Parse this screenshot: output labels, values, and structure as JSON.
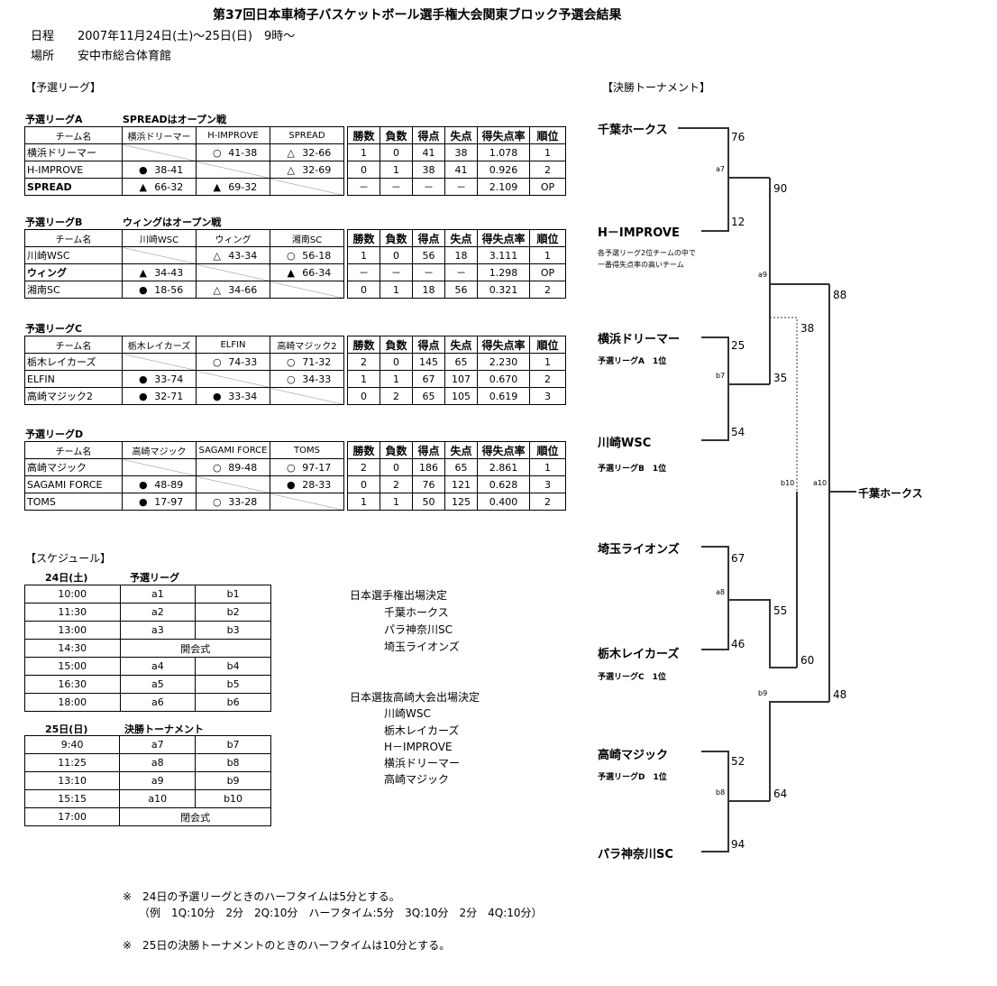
{
  "header": {
    "title": "第37回日本車椅子バスケットボール選手権大会関東ブロック予選会結果",
    "date_label": "日程",
    "date_value": "2007年11月24日(土)～25日(日)　9時～",
    "venue_label": "場所",
    "venue_value": "安中市総合体育館"
  },
  "sections": {
    "league": "【予選リーグ】",
    "tournament": "【決勝トーナメント】",
    "schedule": "【スケジュール】"
  },
  "leagues": [
    {
      "title": "予選リーグA",
      "note": "SPREADはオープン戦",
      "cols": [
        "チーム名",
        "横浜ドリーマー",
        "H-IMPROVE",
        "SPREAD",
        "勝数",
        "負数",
        "得点",
        "失点",
        "得失点率",
        "順位"
      ],
      "rows": [
        {
          "name": "横浜ドリーマー",
          "bold": false,
          "res": [
            {
              "m": "",
              "s": ""
            },
            {
              "m": "○",
              "s": "41-38"
            },
            {
              "m": "△",
              "s": "32-66"
            }
          ],
          "stats": [
            "1",
            "0",
            "41",
            "38",
            "1.078",
            "1"
          ]
        },
        {
          "name": "H-IMPROVE",
          "bold": false,
          "res": [
            {
              "m": "●",
              "s": "38-41"
            },
            {
              "m": "",
              "s": ""
            },
            {
              "m": "△",
              "s": "32-69"
            }
          ],
          "stats": [
            "0",
            "1",
            "38",
            "41",
            "0.926",
            "2"
          ]
        },
        {
          "name": "SPREAD",
          "bold": true,
          "res": [
            {
              "m": "▲",
              "s": "66-32"
            },
            {
              "m": "▲",
              "s": "69-32"
            },
            {
              "m": "",
              "s": ""
            }
          ],
          "stats": [
            "－",
            "－",
            "－",
            "－",
            "2.109",
            "OP"
          ]
        }
      ]
    },
    {
      "title": "予選リーグB",
      "note": "ウィングはオープン戦",
      "cols": [
        "チーム名",
        "川崎WSC",
        "ウィング",
        "湘南SC",
        "勝数",
        "負数",
        "得点",
        "失点",
        "得失点率",
        "順位"
      ],
      "rows": [
        {
          "name": "川崎WSC",
          "bold": false,
          "res": [
            {
              "m": "",
              "s": ""
            },
            {
              "m": "△",
              "s": "43-34"
            },
            {
              "m": "○",
              "s": "56-18"
            }
          ],
          "stats": [
            "1",
            "0",
            "56",
            "18",
            "3.111",
            "1"
          ]
        },
        {
          "name": "ウィング",
          "bold": true,
          "res": [
            {
              "m": "▲",
              "s": "34-43"
            },
            {
              "m": "",
              "s": ""
            },
            {
              "m": "▲",
              "s": "66-34"
            }
          ],
          "stats": [
            "－",
            "－",
            "－",
            "－",
            "1.298",
            "OP"
          ]
        },
        {
          "name": "湘南SC",
          "bold": false,
          "res": [
            {
              "m": "●",
              "s": "18-56"
            },
            {
              "m": "△",
              "s": "34-66"
            },
            {
              "m": "",
              "s": ""
            }
          ],
          "stats": [
            "0",
            "1",
            "18",
            "56",
            "0.321",
            "2"
          ]
        }
      ]
    },
    {
      "title": "予選リーグC",
      "note": "",
      "cols": [
        "チーム名",
        "栃木レイカーズ",
        "ELFIN",
        "高崎マジック2",
        "勝数",
        "負数",
        "得点",
        "失点",
        "得失点率",
        "順位"
      ],
      "rows": [
        {
          "name": "栃木レイカーズ",
          "bold": false,
          "res": [
            {
              "m": "",
              "s": ""
            },
            {
              "m": "○",
              "s": "74-33"
            },
            {
              "m": "○",
              "s": "71-32"
            }
          ],
          "stats": [
            "2",
            "0",
            "145",
            "65",
            "2.230",
            "1"
          ]
        },
        {
          "name": "ELFIN",
          "bold": false,
          "res": [
            {
              "m": "●",
              "s": "33-74"
            },
            {
              "m": "",
              "s": ""
            },
            {
              "m": "○",
              "s": "34-33"
            }
          ],
          "stats": [
            "1",
            "1",
            "67",
            "107",
            "0.670",
            "2"
          ]
        },
        {
          "name": "高崎マジック2",
          "bold": false,
          "res": [
            {
              "m": "●",
              "s": "32-71"
            },
            {
              "m": "●",
              "s": "33-34"
            },
            {
              "m": "",
              "s": ""
            }
          ],
          "stats": [
            "0",
            "2",
            "65",
            "105",
            "0.619",
            "3"
          ]
        }
      ]
    },
    {
      "title": "予選リーグD",
      "note": "",
      "cols": [
        "チーム名",
        "高崎マジック",
        "SAGAMI FORCE",
        "TOMS",
        "勝数",
        "負数",
        "得点",
        "失点",
        "得失点率",
        "順位"
      ],
      "rows": [
        {
          "name": "高崎マジック",
          "bold": false,
          "res": [
            {
              "m": "",
              "s": ""
            },
            {
              "m": "○",
              "s": "89-48"
            },
            {
              "m": "○",
              "s": "97-17"
            }
          ],
          "stats": [
            "2",
            "0",
            "186",
            "65",
            "2.861",
            "1"
          ]
        },
        {
          "name": "SAGAMI FORCE",
          "bold": false,
          "res": [
            {
              "m": "●",
              "s": "48-89"
            },
            {
              "m": "",
              "s": ""
            },
            {
              "m": "●",
              "s": "28-33"
            }
          ],
          "stats": [
            "0",
            "2",
            "76",
            "121",
            "0.628",
            "3"
          ]
        },
        {
          "name": "TOMS",
          "bold": false,
          "res": [
            {
              "m": "●",
              "s": "17-97"
            },
            {
              "m": "○",
              "s": "33-28"
            },
            {
              "m": "",
              "s": ""
            }
          ],
          "stats": [
            "1",
            "1",
            "50",
            "125",
            "0.400",
            "2"
          ]
        }
      ]
    }
  ],
  "schedule": {
    "day1": {
      "date": "24日(土)",
      "stage": "予選リーグ",
      "rows": [
        [
          "10:00",
          "a1",
          "b1"
        ],
        [
          "11:30",
          "a2",
          "b2"
        ],
        [
          "13:00",
          "a3",
          "b3"
        ],
        [
          "14:30",
          "開会式",
          ""
        ],
        [
          "15:00",
          "a4",
          "b4"
        ],
        [
          "16:30",
          "a5",
          "b5"
        ],
        [
          "18:00",
          "a6",
          "b6"
        ]
      ]
    },
    "day2": {
      "date": "25日(日)",
      "stage": "決勝トーナメント",
      "rows": [
        [
          "9:40",
          "a7",
          "b7"
        ],
        [
          "11:25",
          "a8",
          "b8"
        ],
        [
          "13:10",
          "a9",
          "b9"
        ],
        [
          "15:15",
          "a10",
          "b10"
        ],
        [
          "17:00",
          "閉会式",
          ""
        ]
      ]
    }
  },
  "qualified": {
    "national_title": "日本選手権出場決定",
    "national": [
      "千葉ホークス",
      "パラ神奈川SC",
      "埼玉ライオンズ"
    ],
    "takasaki_title": "日本選抜高崎大会出場決定",
    "takasaki": [
      "川崎WSC",
      "栃木レイカーズ",
      "H－IMPROVE",
      "横浜ドリーマー",
      "高崎マジック"
    ]
  },
  "bracket": {
    "teams": [
      "千葉ホークス",
      "H－IMPROVE",
      "横浜ドリーマー",
      "川崎WSC",
      "埼玉ライオンズ",
      "栃木レイカーズ",
      "高崎マジック",
      "パラ神奈川SC"
    ],
    "subs": {
      "h_improve_note1": "各予選リーグ2位チームの中で",
      "h_improve_note2": "一番得失点率の高いチーム",
      "yokohama": "予選リーグA　1位",
      "kawasaki": "予選リーグB　1位",
      "tochigi": "予選リーグC　1位",
      "takasaki": "予選リーグD　1位"
    },
    "scores": {
      "s76": "76",
      "s12": "12",
      "s25": "25",
      "s54": "54",
      "s67": "67",
      "s46": "46",
      "s52": "52",
      "s94": "94",
      "s90": "90",
      "s35": "35",
      "s55": "55",
      "s64": "64",
      "s88": "88",
      "s38": "38",
      "s60": "60",
      "s48": "48"
    },
    "games": {
      "a7": "a7",
      "b7": "b7",
      "a8": "a8",
      "b8": "b8",
      "a9": "a9",
      "b9": "b9",
      "a10": "a10",
      "b10": "b10"
    },
    "winner": "千葉ホークス"
  },
  "notes": {
    "n1": "※　24日の予選リーグときのハーフタイムは5分とする。",
    "n2": "（例　1Q:10分　2分　2Q:10分　ハーフタイム:5分　3Q:10分　2分　4Q:10分）",
    "n3": "※　25日の決勝トーナメントのときのハーフタイムは10分とする。"
  }
}
